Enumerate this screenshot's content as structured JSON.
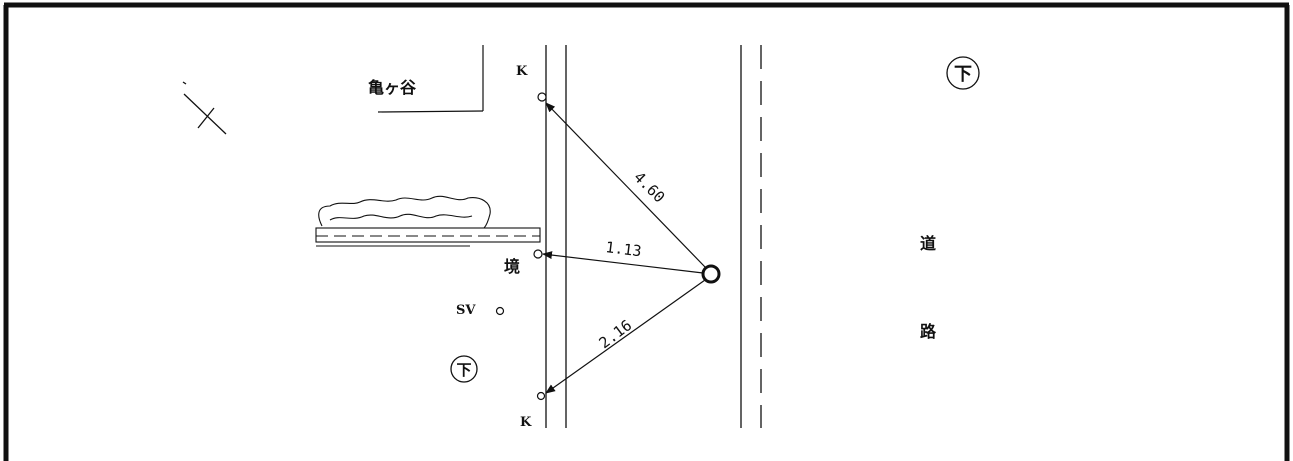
{
  "labels": {
    "place_name": "亀ヶ谷",
    "survey_point_top": "K",
    "survey_point_bottom": "K",
    "boundary": "境",
    "sv": "SV",
    "sewer_symbol_right": "下",
    "sewer_symbol_left": "下",
    "road_char_1": "道",
    "road_char_2": "路"
  },
  "measurements": {
    "to_top_k": "4.60",
    "to_boundary": "1.13",
    "to_bottom_k": "2.16"
  },
  "colors": {
    "ink": "#111111",
    "paper": "#ffffff"
  },
  "icons": {
    "reference_point": "circle-marker-icon",
    "sewer_manhole": "circled-character-icon",
    "north_mark": "cross-mark-icon"
  }
}
